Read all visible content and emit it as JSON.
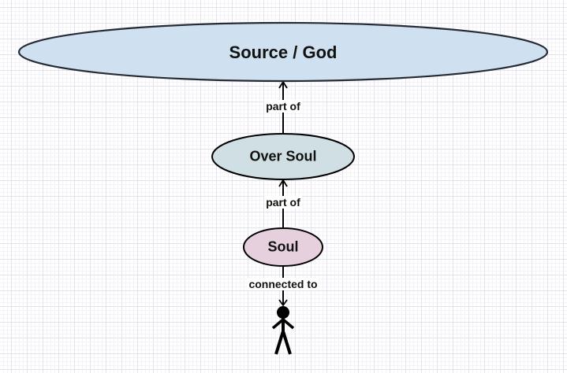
{
  "diagram": {
    "nodes": [
      {
        "id": "source",
        "label": "Source / God",
        "fill": "#cfe0f1"
      },
      {
        "id": "over_soul",
        "label": "Over Soul",
        "fill": "#d0dfe3"
      },
      {
        "id": "soul",
        "label": "Soul",
        "fill": "#e6d0de"
      },
      {
        "id": "person",
        "label": "",
        "icon": "stick-figure-icon"
      }
    ],
    "edges": [
      {
        "from": "over_soul",
        "to": "source",
        "label": "part of"
      },
      {
        "from": "soul",
        "to": "over_soul",
        "label": "part of"
      },
      {
        "from": "soul",
        "to": "person",
        "label": "connected to"
      }
    ]
  }
}
